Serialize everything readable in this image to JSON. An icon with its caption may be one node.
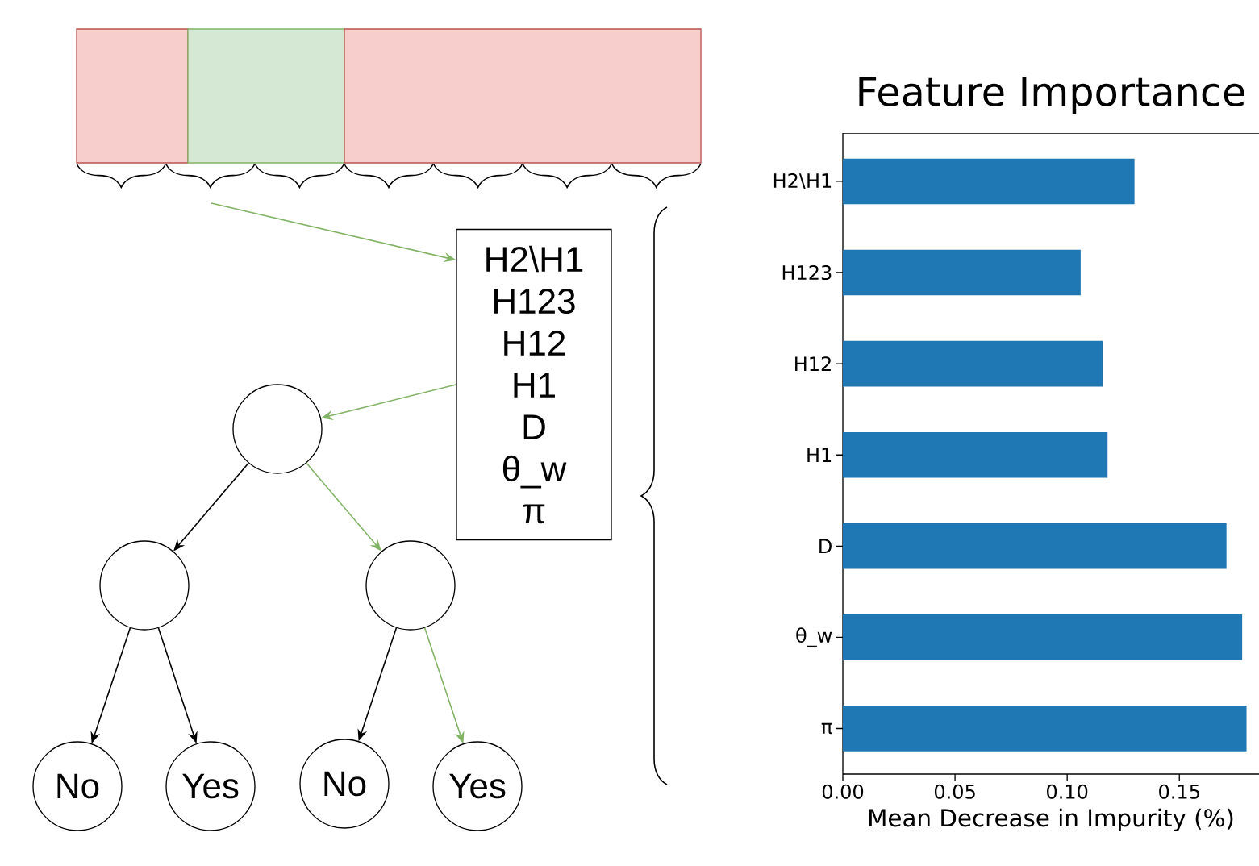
{
  "diagram": {
    "nodes": [
      {
        "text": [],
        "shape": "box"
      },
      {
        "text": [],
        "shape": "box"
      },
      {
        "text": [],
        "shape": "box"
      },
      {
        "text": [
          "H2\\H1",
          "H123",
          "H12",
          "H1",
          "D",
          "θ_w",
          "π"
        ]
      },
      {
        "text": [],
        "shape": "circle"
      },
      {
        "text": [],
        "shape": "circle"
      },
      {
        "text": [],
        "shape": "circle"
      },
      {
        "text": [
          "No"
        ]
      },
      {
        "text": [
          "Yes"
        ]
      },
      {
        "text": [
          "No"
        ]
      },
      {
        "text": [
          "Yes"
        ]
      }
    ],
    "edges": [
      {
        "from": null,
        "to": 3,
        "arrow": "to",
        "color": "#82b366"
      },
      {
        "from": 3,
        "to": 4,
        "arrow": "to",
        "color": "#82b366"
      },
      {
        "from": 4,
        "to": 5,
        "arrow": "to",
        "color": "#000000"
      },
      {
        "from": 4,
        "to": 6,
        "arrow": "to",
        "color": "#82b366"
      },
      {
        "from": 5,
        "to": 7,
        "arrow": "to",
        "color": "#000000"
      },
      {
        "from": 5,
        "to": 8,
        "arrow": "to",
        "color": "#000000"
      },
      {
        "from": 6,
        "to": 9,
        "arrow": "to",
        "color": "#000000"
      },
      {
        "from": 6,
        "to": 10,
        "arrow": "to",
        "color": "#82b366"
      }
    ],
    "chart_data": {
      "type": "bar",
      "orientation": "horizontal",
      "title": "Feature Importance",
      "xlabel": "Mean Decrease in Impurity (%)",
      "categories": [
        "H2\\H1",
        "H123",
        "H12",
        "H1",
        "D",
        "θ_w",
        "π"
      ],
      "series": [
        {
          "color": "#1f77b4",
          "values": [
            0.13,
            0.106,
            0.116,
            0.118,
            0.171,
            0.178,
            0.18
          ]
        }
      ],
      "xlim": [
        0,
        0.1855
      ],
      "xticks": [
        {
          "value": 0,
          "label": "0.00"
        },
        {
          "value": 0.05,
          "label": "0.05"
        },
        {
          "value": 0.1,
          "label": "0.10"
        },
        {
          "value": 0.15,
          "label": "0.15"
        }
      ]
    }
  }
}
